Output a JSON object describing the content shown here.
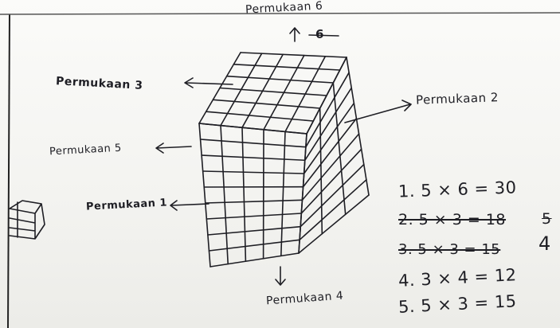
{
  "labels": {
    "face6": "Permukaan 6",
    "face6_strike": "6",
    "face3": "Permukaan 3",
    "face2": "Permukaan 2",
    "face5": "Permukaan 5",
    "face1": "Permukaan 1",
    "face4": "Permukaan 4"
  },
  "calculations": [
    {
      "text": "1. 5 × 6 = 30",
      "struck": false
    },
    {
      "text": "2. 5 × 3 = 18",
      "struck": true
    },
    {
      "text": "3. 5 × 3 = 15",
      "struck": true
    },
    {
      "text": "4. 3 × 4 = 12",
      "struck": false
    },
    {
      "text": "5. 5 × 3 = 15",
      "struck": false
    }
  ],
  "corrections": {
    "row2_extra": "5",
    "row3_extra": "4"
  },
  "colors": {
    "ink": "#1e1e24",
    "paper": "#f4f4f2"
  }
}
